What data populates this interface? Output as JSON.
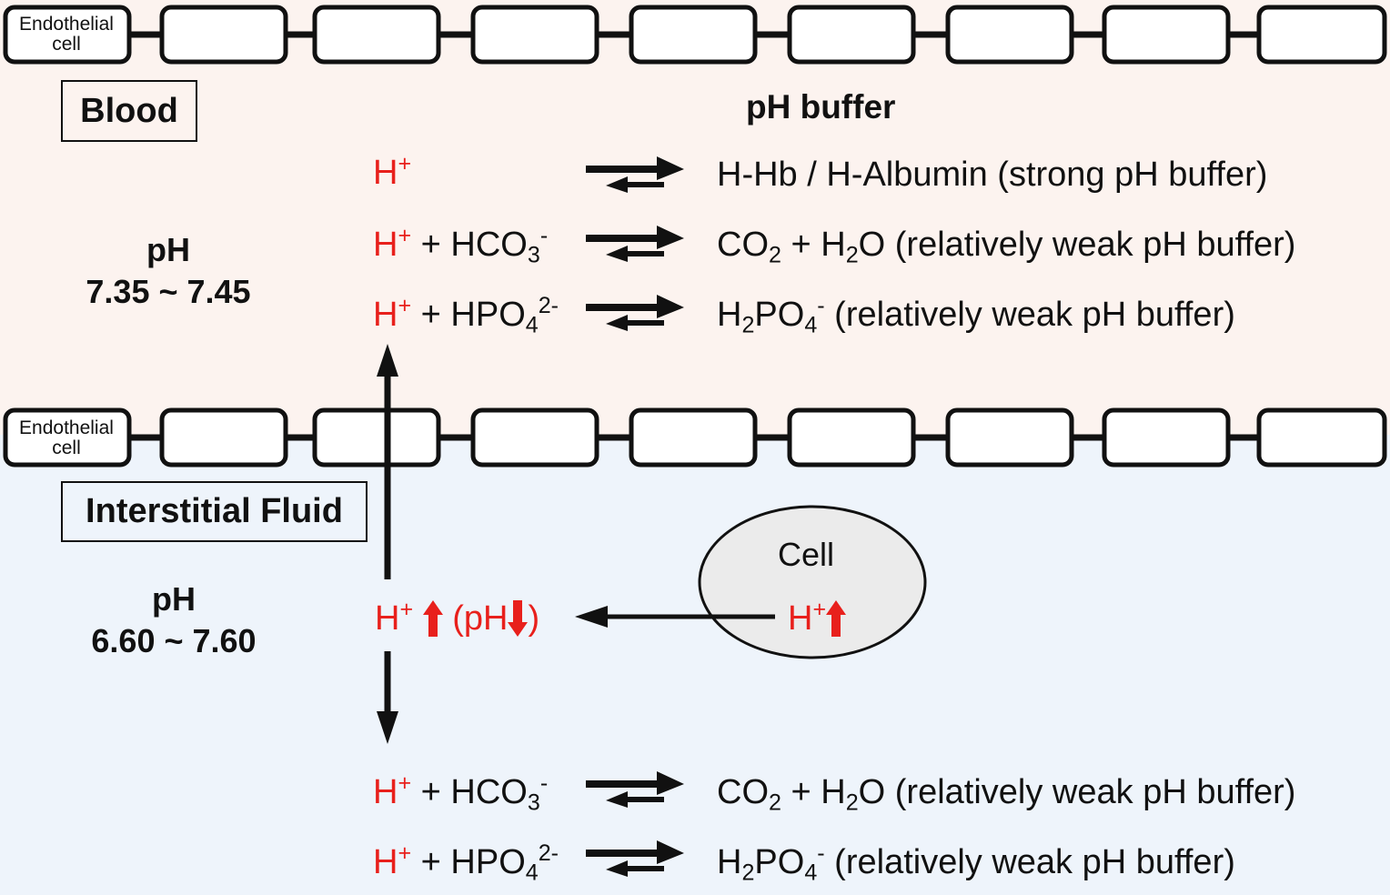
{
  "endothelial_label": "Endothelial cell",
  "blood": {
    "title": "Blood",
    "ph_label": "pH",
    "ph_range": "7.35 ~ 7.45",
    "buffer_heading": "pH buffer",
    "reactions": [
      {
        "lhs": "H⁺",
        "rhs": "H-Hb / H-Albumin (strong pH buffer)"
      },
      {
        "lhs": "H⁺ + HCO₃⁻",
        "rhs": "CO₂ + H₂O (relatively weak pH buffer)"
      },
      {
        "lhs": "H⁺ + HPO₄²⁻",
        "rhs": "H₂PO₄⁻ (relatively weak pH buffer)"
      }
    ]
  },
  "interstitial": {
    "title": "Interstitial Fluid",
    "ph_label": "pH",
    "ph_range": "6.60 ~ 7.60",
    "cell_label": "Cell",
    "cell_proton": "H⁺",
    "fluid_proton": "H⁺",
    "fluid_ph_note_open": "(pH",
    "fluid_ph_note_close": ")",
    "reactions": [
      {
        "lhs": "H⁺ + HCO₃⁻",
        "rhs": "CO₂ + H₂O (relatively weak pH buffer)"
      },
      {
        "lhs": "H⁺ + HPO₄²⁻",
        "rhs": "H₂PO₄⁻ (relatively weak pH buffer)"
      }
    ]
  },
  "colors": {
    "blood_bg": "#fcf3ef",
    "interstitial_bg": "#eef4fb",
    "accent_red": "#e8201c",
    "ink": "#111111"
  }
}
